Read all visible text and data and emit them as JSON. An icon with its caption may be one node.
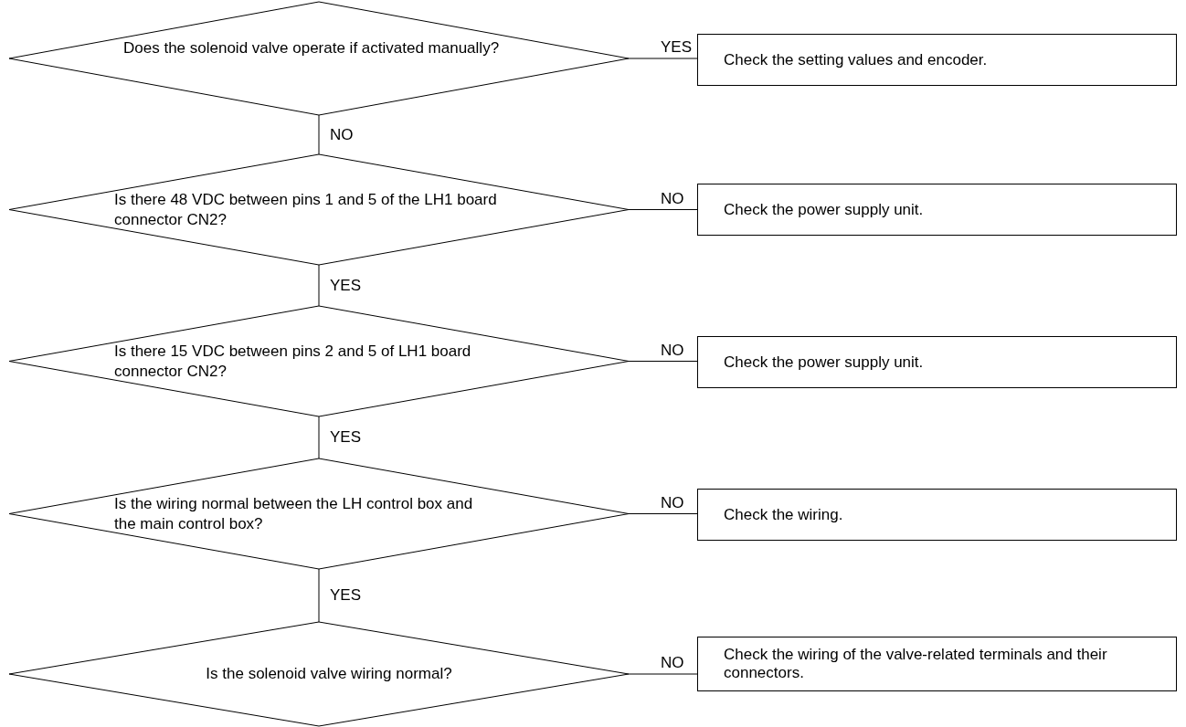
{
  "diagram": {
    "nodes": [
      {
        "text": [
          "Does the solenoid valve operate if activated manually?"
        ]
      },
      {
        "text": [
          "Check the setting values and encoder."
        ]
      },
      {
        "text": [
          "Is there 48 VDC between pins 1 and 5 of the LH1 board connector CN2?"
        ]
      },
      {
        "text": [
          "Check the power supply unit."
        ]
      },
      {
        "text": [
          "Is there 15 VDC between pins 2 and 5 of LH1 board connector CN2?"
        ]
      },
      {
        "text": [
          "Check the power supply unit."
        ]
      },
      {
        "text": [
          "Is the wiring normal between the LH control box and the main control box?"
        ]
      },
      {
        "text": [
          "Check the wiring."
        ]
      },
      {
        "text": [
          "Is the solenoid valve wiring normal?"
        ]
      },
      {
        "text": [
          "Check the wiring of the valve-related terminals and their connectors."
        ]
      }
    ],
    "edges": [
      {
        "from": 0,
        "to": 1,
        "arrow": "none",
        "label": "YES"
      },
      {
        "from": 0,
        "to": 2,
        "arrow": "none",
        "label": "NO"
      },
      {
        "from": 2,
        "to": 3,
        "arrow": "none",
        "label": "NO"
      },
      {
        "from": 2,
        "to": 4,
        "arrow": "none",
        "label": "YES"
      },
      {
        "from": 4,
        "to": 5,
        "arrow": "none",
        "label": "NO"
      },
      {
        "from": 4,
        "to": 6,
        "arrow": "none",
        "label": "YES"
      },
      {
        "from": 6,
        "to": 7,
        "arrow": "none",
        "label": "NO"
      },
      {
        "from": 6,
        "to": 8,
        "arrow": "none",
        "label": "YES"
      },
      {
        "from": 8,
        "to": 9,
        "arrow": "none",
        "label": "NO"
      }
    ]
  }
}
